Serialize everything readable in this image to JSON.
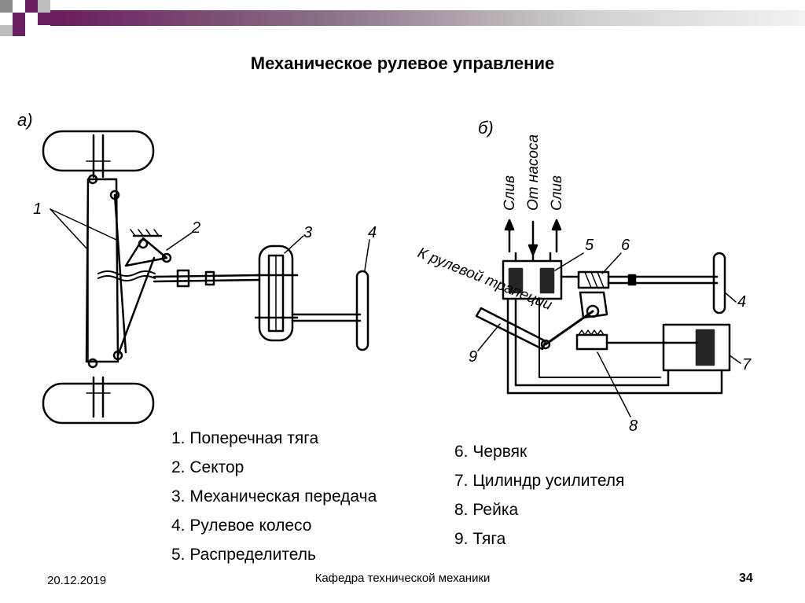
{
  "slide": {
    "title": "Механическое рулевое управление",
    "date": "20.12.2019",
    "department": "Кафедра технической механики",
    "page_number": "34"
  },
  "diagram": {
    "label_a": "а)",
    "label_b": "б)",
    "num_1": "1",
    "num_2": "2",
    "num_3": "3",
    "num_4": "4",
    "num_4b": "4",
    "num_5": "5",
    "num_6": "6",
    "num_7": "7",
    "num_8": "8",
    "num_9": "9",
    "flow_drain_left": "Слив",
    "flow_from_pump": "От насоса",
    "flow_drain_right": "Слив",
    "to_linkage": "К рулевой трапеции"
  },
  "legend": {
    "left": [
      "1. Поперечная тяга",
      "2. Сектор",
      "3. Механическая передача",
      "4. Рулевое колесо",
      "5. Распределитель"
    ],
    "right": [
      "6. Червяк",
      "7. Цилиндр усилителя",
      "8. Рейка",
      "9. Тяга"
    ]
  },
  "colors": {
    "bar_purple": "#6b1e5f",
    "bar_gray": "#9a9a9a"
  }
}
